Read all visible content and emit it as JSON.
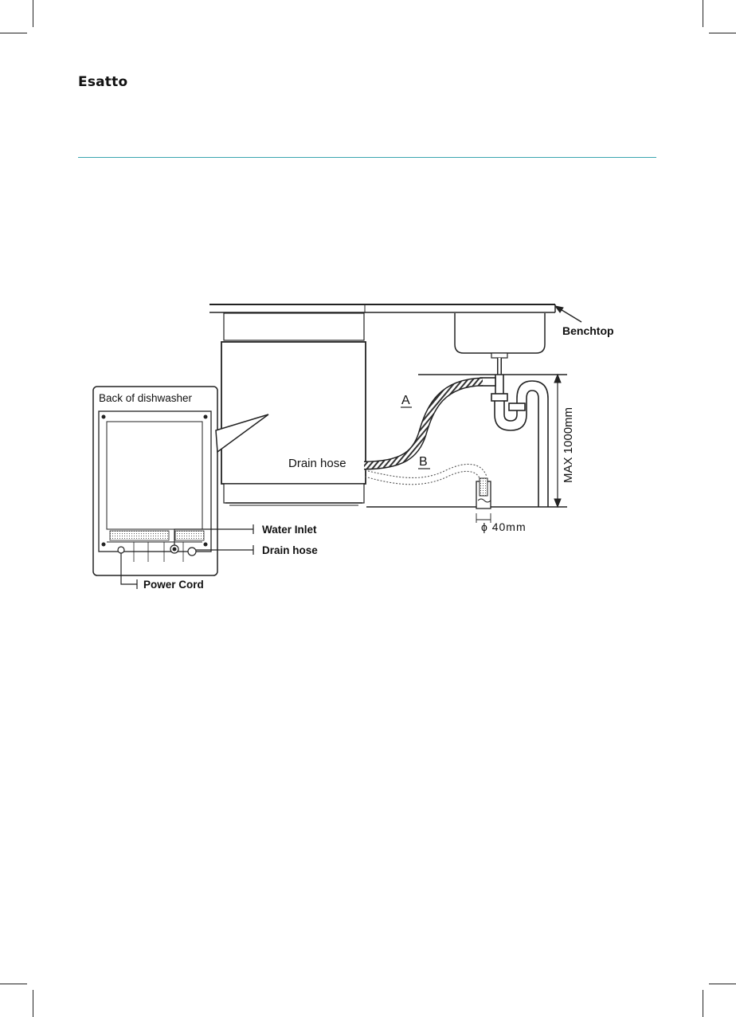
{
  "header": {
    "brand": "Esatto"
  },
  "diagram": {
    "labels": {
      "benchtop": "Benchtop",
      "back_of_dishwasher": "Back of dishwasher",
      "drain_hose_main": "Drain hose",
      "option_a": "A",
      "option_b": "B",
      "max_height": "MAX 1000mm",
      "diameter": "ϕ 40mm",
      "water_inlet": "Water Inlet",
      "drain_hose_back": "Drain hose",
      "power_cord": "Power Cord"
    }
  }
}
